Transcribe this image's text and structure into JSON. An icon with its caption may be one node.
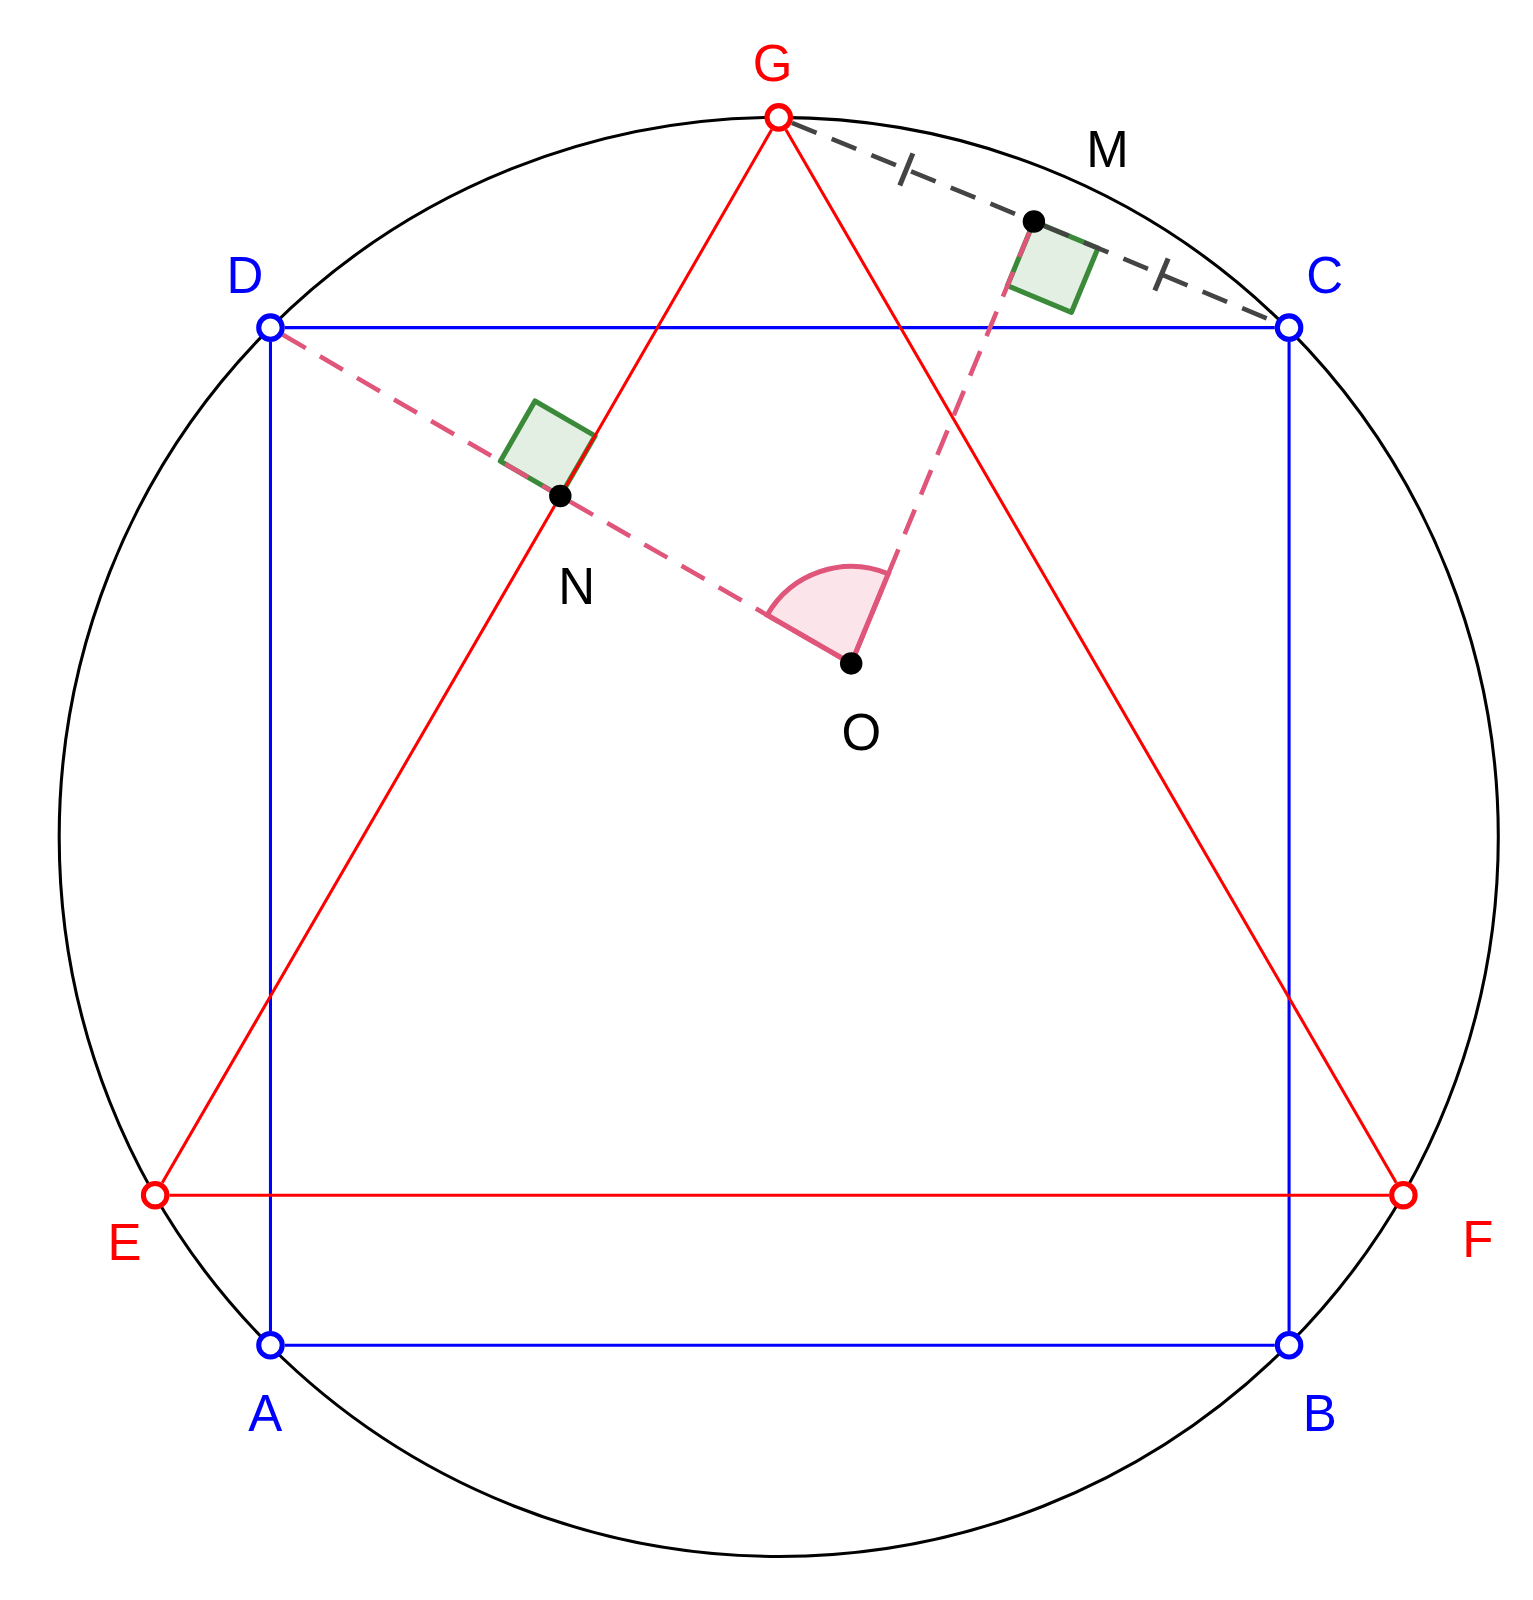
{
  "diagram": {
    "nodes": [
      {
        "text": [
          "G"
        ]
      },
      {
        "text": [
          "M"
        ]
      },
      {
        "text": [
          "D"
        ]
      },
      {
        "text": [
          "C"
        ]
      },
      {
        "text": [
          "N"
        ]
      },
      {
        "text": [
          "O"
        ]
      },
      {
        "text": [
          "E"
        ]
      },
      {
        "text": [
          "F"
        ]
      },
      {
        "text": [
          "A"
        ]
      },
      {
        "text": [
          "B"
        ]
      }
    ],
    "edges": [
      {
        "from": 8,
        "to": 9,
        "arrow": "none",
        "color": "#0000ff"
      },
      {
        "from": 9,
        "to": 3,
        "arrow": "none",
        "color": "#0000ff"
      },
      {
        "from": 3,
        "to": 2,
        "arrow": "none",
        "color": "#0000ff"
      },
      {
        "from": 2,
        "to": 8,
        "arrow": "none",
        "color": "#0000ff"
      },
      {
        "from": 6,
        "to": 7,
        "arrow": "none",
        "color": "#ff0000"
      },
      {
        "from": 7,
        "to": 0,
        "arrow": "none",
        "color": "#ff0000"
      },
      {
        "from": 0,
        "to": 4,
        "arrow": "none",
        "color": "#ff0000"
      },
      {
        "from": 4,
        "to": 6,
        "arrow": "none",
        "color": "#ff0000"
      },
      {
        "from": 0,
        "to": 1,
        "arrow": "none",
        "style": "dashed",
        "color": "#444444"
      },
      {
        "from": 1,
        "to": 3,
        "arrow": "none",
        "style": "dashed",
        "color": "#444444"
      },
      {
        "from": 2,
        "to": 4,
        "arrow": "none",
        "style": "dashed",
        "color": "#e0557a"
      },
      {
        "from": 4,
        "to": 5,
        "arrow": "none",
        "style": "dashed",
        "color": "#e0557a"
      },
      {
        "from": 5,
        "to": 1,
        "arrow": "none",
        "style": "dashed",
        "color": "#e0557a"
      }
    ]
  }
}
